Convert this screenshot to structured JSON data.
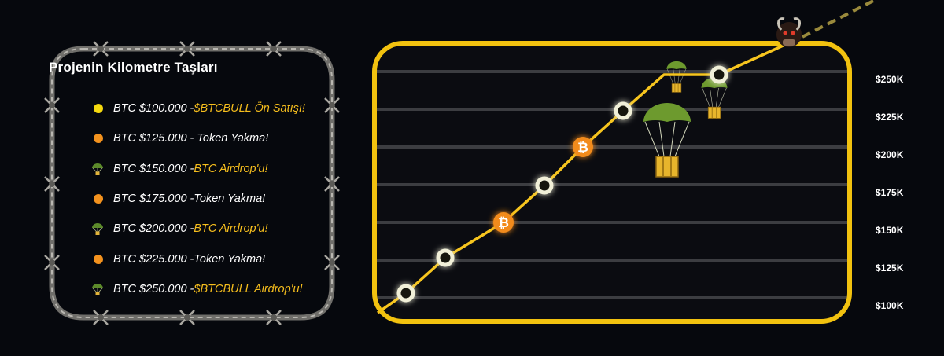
{
  "milestones": {
    "title": "Projenin Kilometre Taşları",
    "items": [
      {
        "marker": "yellow-dot",
        "prefix": "BTC $100.000 - ",
        "text": "$BTCBULL Ön Satışı!",
        "highlight": true
      },
      {
        "marker": "orange-dot",
        "prefix": "BTC $125.000 - ",
        "text": " Token Yakma!",
        "highlight": false
      },
      {
        "marker": "parachute-icon",
        "prefix": "BTC $150.000 - ",
        "text": "BTC Airdrop'u!",
        "highlight": true
      },
      {
        "marker": "orange-dot",
        "prefix": "BTC $175.000 - ",
        "text": "Token Yakma!",
        "highlight": false
      },
      {
        "marker": "parachute-icon",
        "prefix": "BTC $200.000 - ",
        "text": "BTC Airdrop'u!",
        "highlight": true
      },
      {
        "marker": "orange-dot",
        "prefix": "BTC $225.000 - ",
        "text": "Token Yakma!",
        "highlight": false
      },
      {
        "marker": "parachute-icon",
        "prefix": "BTC $250.000 - ",
        "text": "$BTCBULL Airdrop'u!",
        "highlight": true
      }
    ]
  },
  "chart_data": {
    "type": "line",
    "title": "",
    "xlabel": "",
    "ylabel": "",
    "y_ticks": [
      "$250K",
      "$225K",
      "$200K",
      "$175K",
      "$150K",
      "$125K",
      "$100K"
    ],
    "y_tick_values": [
      250000,
      225000,
      200000,
      175000,
      150000,
      125000,
      100000
    ],
    "grid": true,
    "legend": "none",
    "series": [
      {
        "values": [
          {
            "step": 1,
            "btc": 100000,
            "marker": "ring"
          },
          {
            "step": 2,
            "btc": 125000,
            "marker": "ring"
          },
          {
            "step": 3,
            "btc": 150000,
            "marker": "bitcoin"
          },
          {
            "step": 4,
            "btc": 175000,
            "marker": "ring"
          },
          {
            "step": 5,
            "btc": 200000,
            "marker": "bitcoin"
          },
          {
            "step": 6,
            "btc": 225000,
            "marker": "ring"
          },
          {
            "step": 7,
            "btc": 250000,
            "marker": "ring"
          }
        ]
      }
    ],
    "colors": {
      "line": "#f7c51e",
      "frame": "#f2c20f",
      "grid": "#3c3d41",
      "bitcoin": "#f28b1d",
      "ring": "#f1f0d8"
    }
  }
}
